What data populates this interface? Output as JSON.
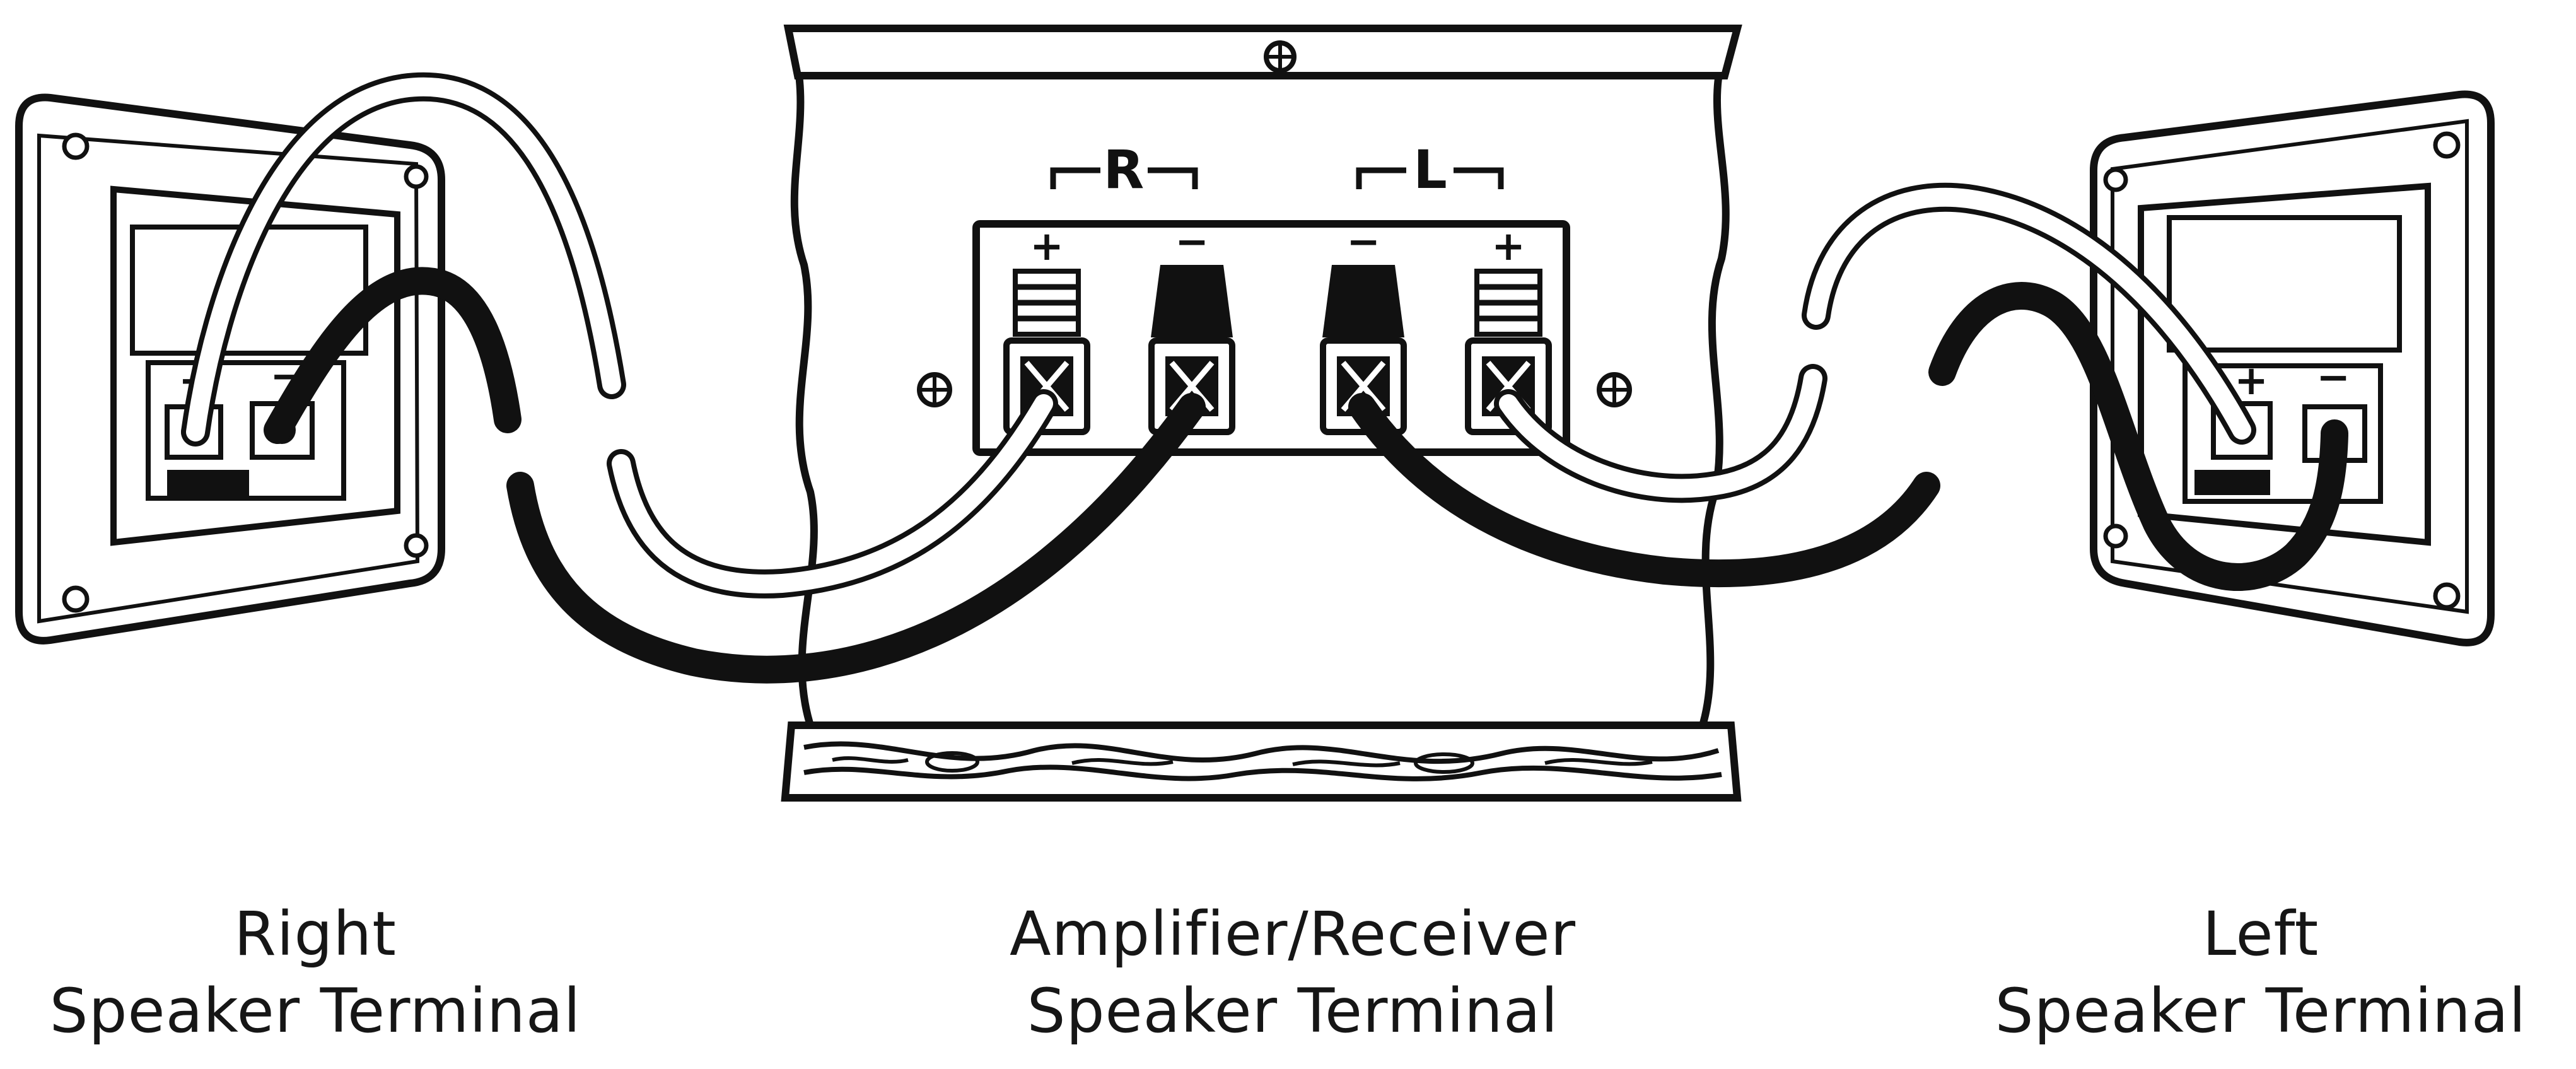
{
  "amplifier": {
    "channel_right": "R",
    "channel_left": "L",
    "plus": "+",
    "minus": "−"
  },
  "right_speaker": {
    "plus": "+",
    "minus": "−"
  },
  "left_speaker": {
    "plus": "+",
    "minus": "−"
  },
  "captions": {
    "right": {
      "line1": "Right",
      "line2": "Speaker Terminal"
    },
    "amplifier": {
      "line1": "Amplifier/Receiver",
      "line2": "Speaker Terminal"
    },
    "left": {
      "line1": "Left",
      "line2": "Speaker Terminal"
    }
  },
  "colors": {
    "ink": "#111111",
    "wire_white": "#f4f4f4",
    "paper": "#ffffff"
  }
}
